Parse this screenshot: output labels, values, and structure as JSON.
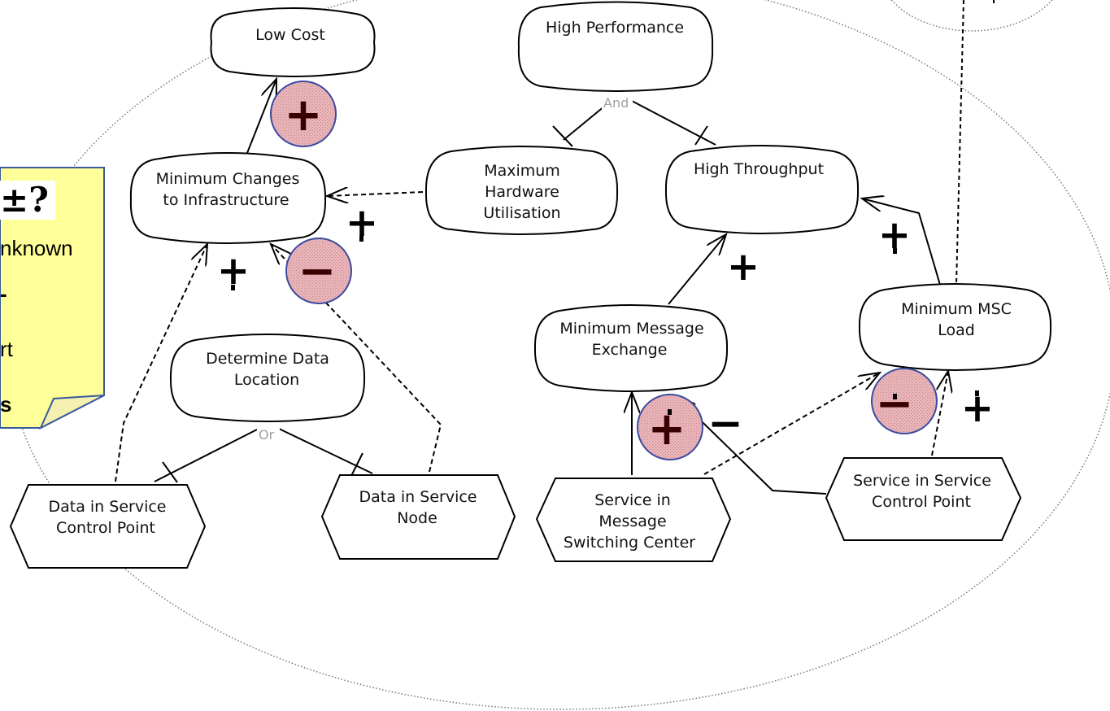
{
  "nodes": {
    "low_cost": "Low Cost",
    "high_performance": "High Performance",
    "min_changes_1": "Minimum Changes",
    "min_changes_2": "to Infrastructure",
    "max_hw_1": "Maximum",
    "max_hw_2": "Hardware",
    "max_hw_3": "Utilisation",
    "high_throughput": "High Throughput",
    "det_data_1": "Determine Data",
    "det_data_2": "Location",
    "min_msg_1": "Minimum Message",
    "min_msg_2": "Exchange",
    "min_msc_1": "Minimum MSC",
    "min_msc_2": "Load",
    "data_scp_1": "Data in Service",
    "data_scp_2": "Control Point",
    "data_sn_1": "Data in Service",
    "data_sn_2": "Node",
    "svc_msc_1": "Service in",
    "svc_msc_2": "Message",
    "svc_msc_3": "Switching Center",
    "svc_scp_1": "Service in Service",
    "svc_scp_2": "Control Point"
  },
  "decompositions": {
    "and_label": "And",
    "or_label": "Or"
  },
  "contributions": {
    "plus": "+",
    "minus": "−"
  },
  "legend_note": {
    "symbol": "±?",
    "line1": "nknown",
    "line2": "-",
    "line3": "rt",
    "line4": "s"
  },
  "colors": {
    "highlight_fill": "#e8b4b8",
    "highlight_stroke": "#3a4aa0",
    "note_fill": "#ffff99",
    "note_stroke": "#3a5a9a"
  }
}
